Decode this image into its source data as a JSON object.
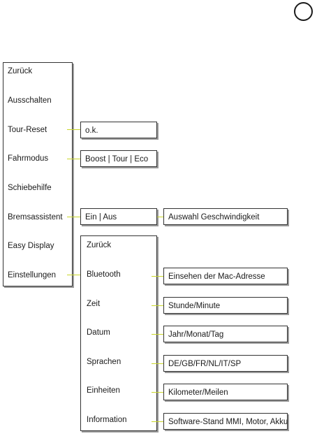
{
  "main_menu": {
    "items": [
      "Zurück",
      "Ausschalten",
      "Tour-Reset",
      "Fahrmodus",
      "Schiebehilfe",
      "Bremsassistent",
      "Easy Display",
      "Einstellungen"
    ]
  },
  "tour_reset_option": "o.k.",
  "fahrmodus_options": "Boost | Tour | Eco",
  "bremsassistent_option": "Ein | Aus",
  "bremsassistent_detail": "Auswahl Geschwindigkeit",
  "settings_menu": {
    "items": [
      "Zurück",
      "Bluetooth",
      "Zeit",
      "Datum",
      "Sprachen",
      "Einheiten",
      "Information"
    ]
  },
  "settings_details": {
    "bluetooth": "Einsehen der Mac-Adresse",
    "zeit": "Stunde/Minute",
    "datum": "Jahr/Monat/Tag",
    "sprachen": "DE/GB/FR/NL/IT/SP",
    "einheiten": "Kilometer/Meilen",
    "information": "Software-Stand MMI, Motor, Akku"
  }
}
